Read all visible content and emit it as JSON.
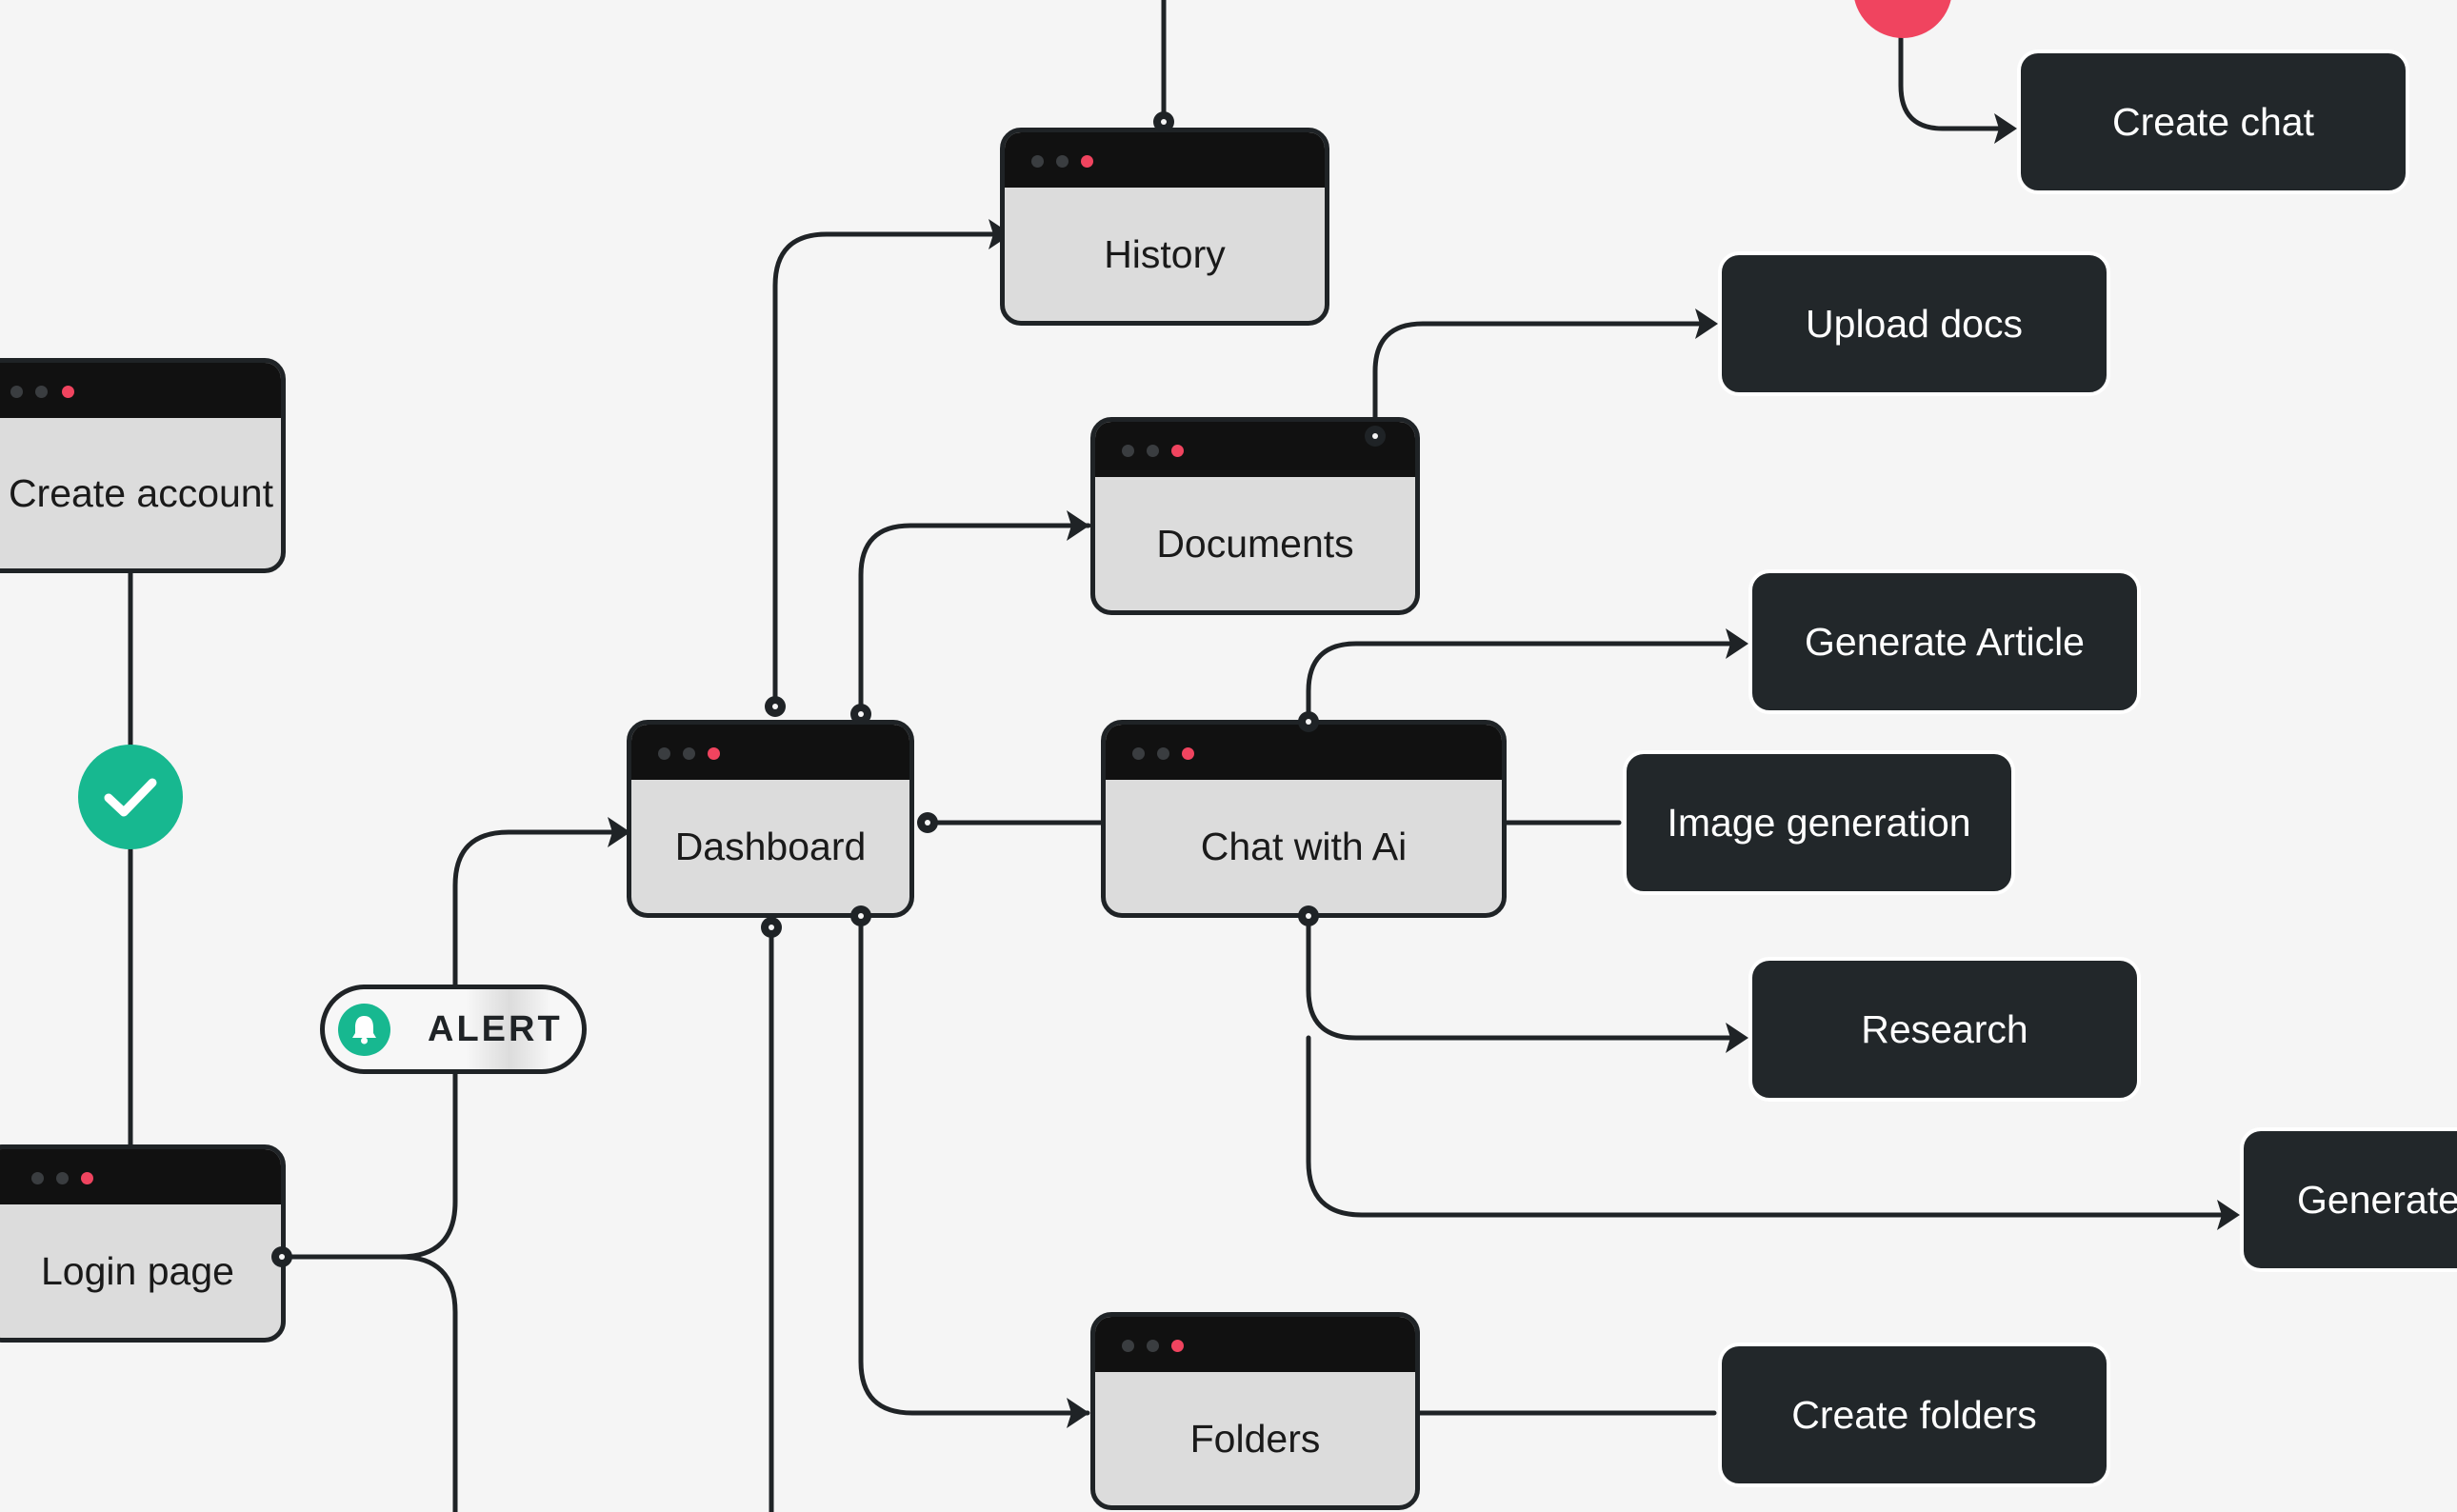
{
  "windows": {
    "create_account": "Create account",
    "login_page": "Login page",
    "history": "History",
    "documents": "Documents",
    "dashboard": "Dashboard",
    "chat_with_ai": "Chat with Ai",
    "folders": "Folders"
  },
  "actions": {
    "create_chat": "Create chat",
    "upload_docs": "Upload docs",
    "generate_article": "Generate Article",
    "image_generation": "Image generation",
    "research": "Research",
    "generate_partial": "Generate",
    "create_folders": "Create folders"
  },
  "badges": {
    "alert": "ALERT"
  },
  "colors": {
    "background": "#f5f5f5",
    "node_dark": "#22272a",
    "window_body": "#dcdcdc",
    "accent_red": "#f0445f",
    "accent_green": "#17b890",
    "wire": "#1f2326"
  },
  "icons": {
    "check": "check-icon",
    "bell": "bell-icon",
    "arrow": "arrowhead-icon"
  }
}
